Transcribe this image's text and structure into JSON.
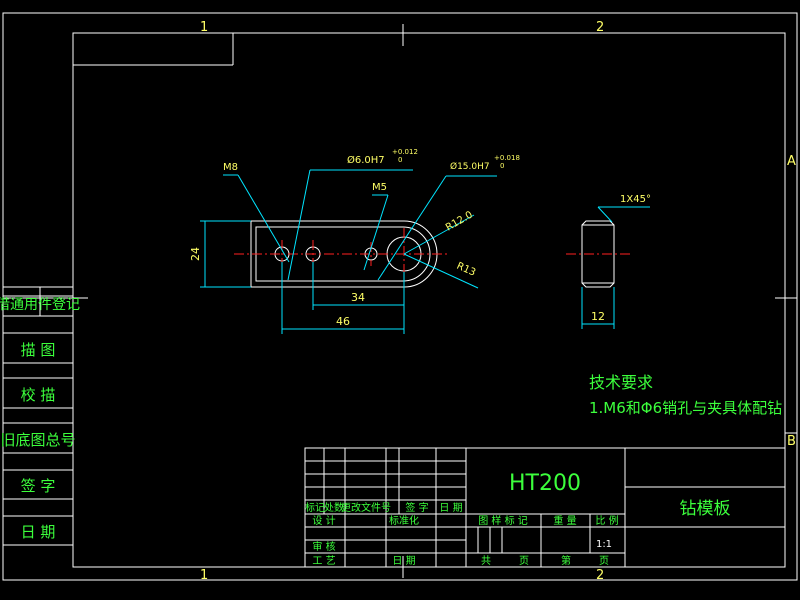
{
  "frame": {
    "zones_top": [
      "1",
      "2"
    ],
    "zones_bottom": [
      "1",
      "2"
    ],
    "zones_right": [
      "A",
      "B"
    ]
  },
  "side_labels": [
    "借通用件登记",
    "描 图",
    "校 描",
    "旧底图总号",
    "签 字",
    "日 期"
  ],
  "dimensions": {
    "height": "24",
    "thread_left": "M8",
    "pin_hole": "Ø6.0H7",
    "pin_tol_upper": "+0.012",
    "pin_tol_lower": "0",
    "thread_right": "M5",
    "bore": "Ø15.0H7",
    "bore_tol_upper": "+0.018",
    "bore_tol_lower": "0",
    "radius_outer": "R12.0",
    "radius_inner": "R13",
    "dist_34": "34",
    "dist_46": "46",
    "chamfer": "1X45°",
    "thickness": "12"
  },
  "tech_req": {
    "title": "技术要求",
    "line1": "1.M6和Φ6销孔与夹具体配钻"
  },
  "title_block": {
    "material": "HT200",
    "part_name": "钻模板",
    "rev_headers": [
      "标记",
      "处数",
      "更改文件号",
      "签 字",
      "日 期"
    ],
    "design": "设 计",
    "standardize": "标准化",
    "review": "审 核",
    "process": "工 艺",
    "date": "日 期",
    "stage_mark": "图 样 标 记",
    "weight": "重 量",
    "scale_label": "比 例",
    "scale_value": "1:1",
    "total": "共",
    "page": "页",
    "sheet": "第",
    "sheet_page": "页"
  }
}
